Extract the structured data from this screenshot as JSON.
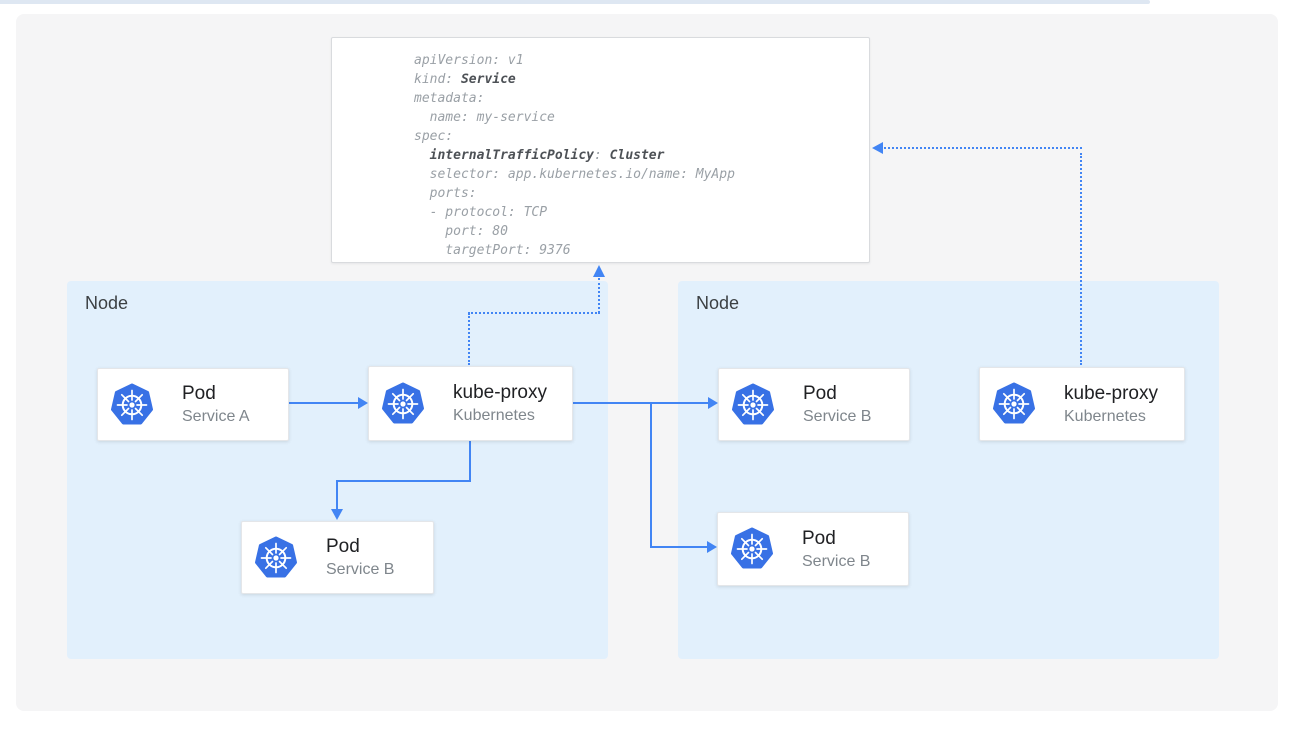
{
  "colors": {
    "arrow_blue": "#4285f4",
    "k8s_icon_blue": "#3871e5",
    "node_bg": "#e2f0fc",
    "panel_bg": "#f5f5f6",
    "top_accent": "#dee7f2",
    "code_normal": "#9aa0a6",
    "code_bold": "#4d5156"
  },
  "yaml": {
    "l1": "apiVersion: v1",
    "l2a": "kind: ",
    "l2b": "Service",
    "l3": "metadata:",
    "l4": "  name: my-service",
    "l5": "spec:",
    "l6a": "  internalTrafficPolicy",
    "l6b": ": ",
    "l6c": "Cluster",
    "l7": "  selector: app.kubernetes.io/name: MyApp",
    "l8": "  ports:",
    "l9": "  - protocol: TCP",
    "l10": "    port: 80",
    "l11": "    targetPort: 9376"
  },
  "nodes": {
    "left": {
      "label": "Node"
    },
    "right": {
      "label": "Node"
    }
  },
  "cards": {
    "pod_a": {
      "title": "Pod",
      "subtitle": "Service A",
      "icon": "kubernetes-icon"
    },
    "kube_proxy_left": {
      "title": "kube-proxy",
      "subtitle": "Kubernetes",
      "icon": "kubernetes-icon"
    },
    "pod_b_left": {
      "title": "Pod",
      "subtitle": "Service B",
      "icon": "kubernetes-icon"
    },
    "pod_b_right_top": {
      "title": "Pod",
      "subtitle": "Service B",
      "icon": "kubernetes-icon"
    },
    "pod_b_right_bottom": {
      "title": "Pod",
      "subtitle": "Service B",
      "icon": "kubernetes-icon"
    },
    "kube_proxy_right": {
      "title": "kube-proxy",
      "subtitle": "Kubernetes",
      "icon": "kubernetes-icon"
    }
  }
}
